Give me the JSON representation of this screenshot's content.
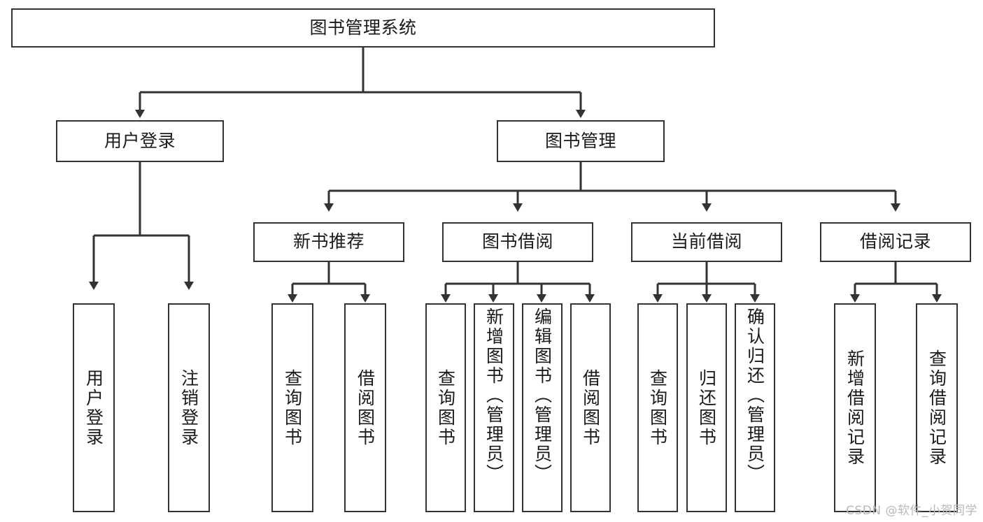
{
  "diagram": {
    "type": "tree-hierarchy",
    "background_color": "#ffffff",
    "line_color": "#333333",
    "text_color": "#1a1a1a",
    "root": {
      "label": "图书管理系统"
    },
    "level2": [
      {
        "label": "用户登录"
      },
      {
        "label": "图书管理"
      }
    ],
    "level3": [
      {
        "label": "新书推荐"
      },
      {
        "label": "图书借阅"
      },
      {
        "label": "当前借阅"
      },
      {
        "label": "借阅记录"
      }
    ],
    "leaves": {
      "user_login": [
        {
          "label": "用户登录"
        },
        {
          "label": "注销登录"
        }
      ],
      "new_book": [
        {
          "label": "查询图书"
        },
        {
          "label": "借阅图书"
        }
      ],
      "book_borrow": [
        {
          "label": "查询图书"
        },
        {
          "label": "新增图书（管理员）"
        },
        {
          "label": "编辑图书（管理员）"
        },
        {
          "label": "借阅图书"
        }
      ],
      "current_borrow": [
        {
          "label": "查询图书"
        },
        {
          "label": "归还图书"
        },
        {
          "label": "确认归还（管理员）"
        }
      ],
      "borrow_record": [
        {
          "label": "新增借阅记录"
        },
        {
          "label": "查询借阅记录"
        }
      ]
    }
  },
  "watermark": {
    "text": "CSDN @软件_小贺同学"
  }
}
